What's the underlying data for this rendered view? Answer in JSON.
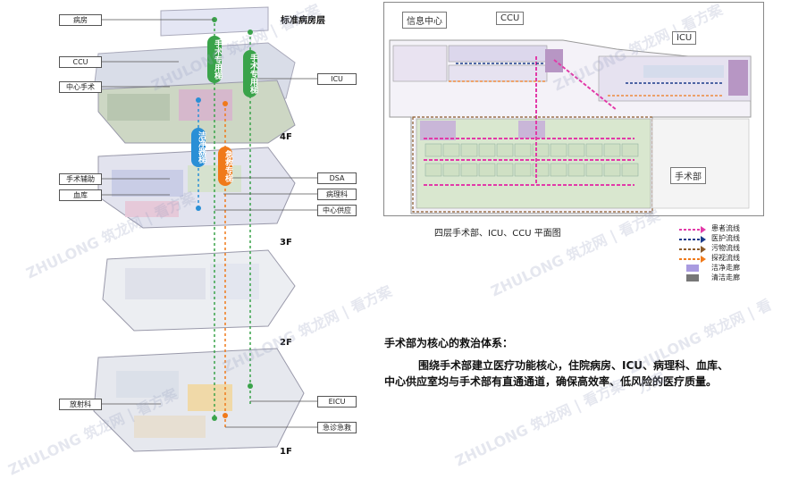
{
  "diagram": {
    "top_title": "标准病房层",
    "floors": [
      "4F",
      "3F",
      "2F",
      "1F"
    ],
    "left_labels": [
      "病房",
      "CCU",
      "中心手术",
      "手术辅助",
      "血库",
      "放射科"
    ],
    "right_labels": [
      "ICU",
      "DSA",
      "病理科",
      "中心供应",
      "EICU",
      "急诊急救"
    ],
    "elevators": {
      "surgery_1": "手术专用梯",
      "surgery_2": "手术专用梯",
      "clean": "洁净器梯",
      "emergency": "急救专梯"
    },
    "colors": {
      "green": "#3aa34a",
      "blue": "#2a8fd6",
      "orange": "#f07a1a"
    }
  },
  "plan": {
    "labels": [
      "信息中心",
      "CCU",
      "ICU",
      "手术部"
    ],
    "caption": "四层手术部、ICU、CCU 平面图"
  },
  "legend": [
    {
      "text": "患者流线",
      "color": "#e23aa8",
      "kind": "arrow"
    },
    {
      "text": "医护流线",
      "color": "#1a3a8a",
      "kind": "arrow"
    },
    {
      "text": "污物流线",
      "color": "#8a5a2a",
      "kind": "arrow"
    },
    {
      "text": "探视流线",
      "color": "#f07a1a",
      "kind": "arrow"
    },
    {
      "text": "洁净走廊",
      "color": "#a99be0",
      "kind": "box"
    },
    {
      "text": "清洁走廊",
      "color": "#777777",
      "kind": "box"
    }
  ],
  "description": {
    "title": "手术部为核心的救治体系：",
    "body_1": "围绕手术部建立医疗功能核心，住院病房、ICU、病理科、血库、",
    "body_2": "中心供应室均与手术部有直通通道，确保高效率、低风险的医疗质量。"
  },
  "watermark": "ZHULONG 筑龙网 | 看方案"
}
